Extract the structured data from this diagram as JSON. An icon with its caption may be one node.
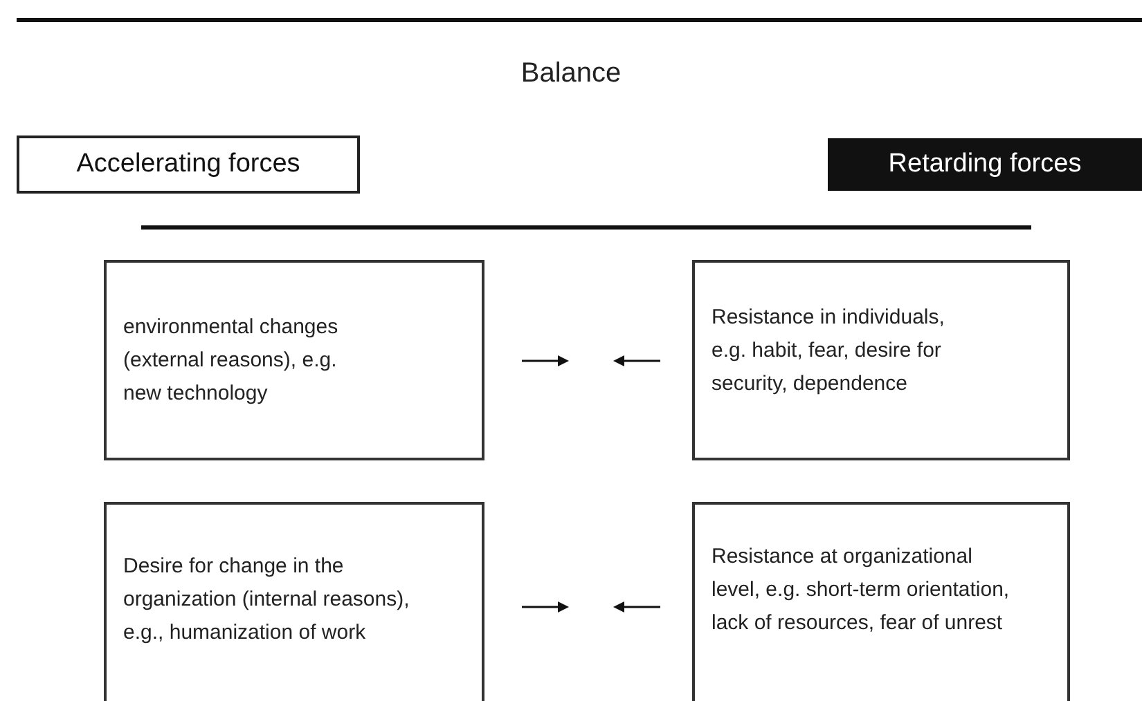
{
  "diagram": {
    "title": "Balance",
    "nodes": [
      {
        "text": [
          "Accelerating forces"
        ]
      },
      {
        "text": [
          "Retarding forces"
        ]
      },
      {
        "text": [
          "environmental changes (external reasons), e.g. new technology"
        ]
      },
      {
        "text": [
          "Resistance in individuals, e.g. habit, fear, desire for security, dependence"
        ]
      },
      {
        "text": [
          "Desire for change in the organization (internal reasons), e.g., humanization of work"
        ]
      },
      {
        "text": [
          "Resistance at organizational level, e.g. short-term orientation, lack of resources, fear of unrest"
        ]
      }
    ]
  }
}
